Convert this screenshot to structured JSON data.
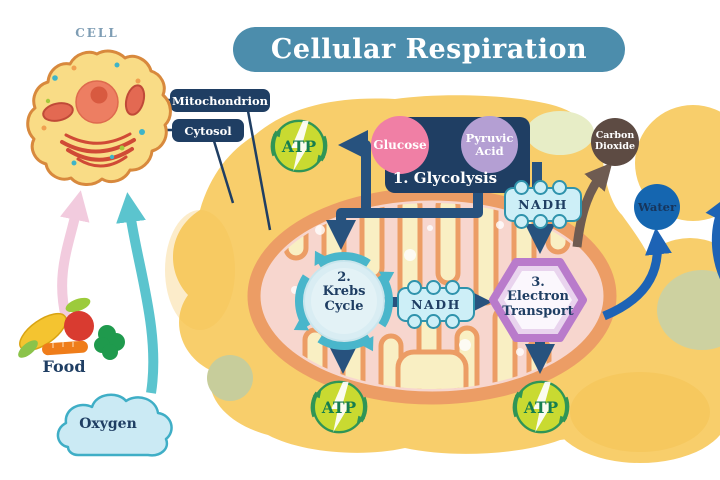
{
  "title": "Cellular Respiration",
  "cell": {
    "label": "CELL"
  },
  "callouts": {
    "mitochondrion": "Mitochondrion",
    "cytosol": "Cytosol"
  },
  "stages": {
    "glycolysis": {
      "label": "1. Glycolysis",
      "input": "Glucose",
      "output": "Pyruvic Acid"
    },
    "krebs": {
      "number": "2.",
      "line1": "Krebs",
      "line2": "Cycle"
    },
    "electron_transport": {
      "number": "3.",
      "line1": "Electron",
      "line2": "Transport"
    }
  },
  "molecules": {
    "atp": "ATP",
    "nadh": "NADH",
    "carbon_dioxide_line1": "Carbon",
    "carbon_dioxide_line2": "Dioxide",
    "water": "Water"
  },
  "inputs": {
    "food": "Food",
    "oxygen": "Oxygen"
  },
  "colors": {
    "banner_blue": "#4C8DAC",
    "navy": "#1F3E63",
    "arrow_navy": "#27527E",
    "atp_green": "#C9DA31",
    "atp_text_green": "#157E4F",
    "glucose_pink": "#F07FA5",
    "pyruvic_purple": "#B49FD3",
    "stage_arrow_purple": "#B18CC9",
    "nadh_fill": "#CDEFF7",
    "nadh_border": "#2F93AC",
    "krebs_fill": "#D9EDF3",
    "krebs_arrows_teal": "#49B6CB",
    "electron_purple": "#B97BCB",
    "co2_brown": "#5D4B43",
    "water_blue": "#1566B0",
    "cytosol_yellow": "#F8CE6B",
    "membrane_orange": "#EC9D65",
    "matrix_pink": "#F7D6CE",
    "cristae_cream": "#F9EFC3",
    "oxygen_arrow_teal": "#5BC4CE",
    "food_arrow_pink": "#F2CBDE",
    "cell_fill": "#F9DC86",
    "cell_outline": "#D8893D"
  }
}
